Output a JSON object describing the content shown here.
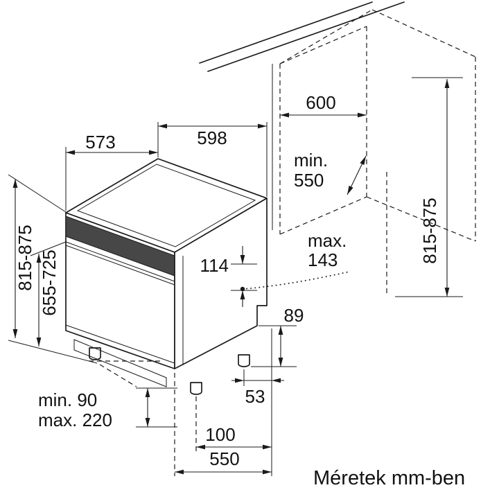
{
  "diagram": {
    "dims": {
      "dw_depth": "573",
      "dw_width": "598",
      "dw_height": "815-875",
      "dw_height_body": "655-725",
      "panel_height": "114",
      "max_label": "max.",
      "max_value": "143",
      "rear_step": "89",
      "plinth_min": "min. 90",
      "plinth_max": "max. 220",
      "foot_back": "53",
      "foot_back2": "100",
      "body_depth": "550"
    },
    "niche": {
      "width": "600",
      "min_label": "min.",
      "depth_value": "550",
      "height": "815-875"
    },
    "caption": "Méretek mm-ben",
    "colors": {
      "line": "#1a1a1a",
      "panel": "#474747",
      "background": "#ffffff"
    }
  }
}
